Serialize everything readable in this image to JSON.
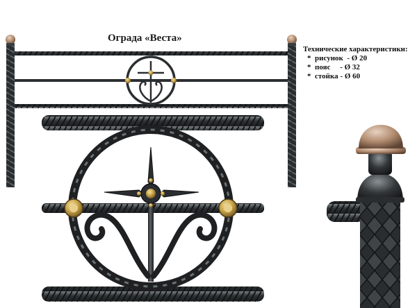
{
  "title": "Ограда «Веста»",
  "specs": {
    "heading": "Технические характеристики:",
    "rows": [
      "*  рисунок  - Ø 20",
      "*  пояс     - Ø 32",
      "*  стойка - Ø 60"
    ]
  },
  "colors": {
    "iron": "#2b2e30",
    "iron_light": "#6b7072",
    "gold": "#c9a34a",
    "copper": "#b08a6e"
  }
}
